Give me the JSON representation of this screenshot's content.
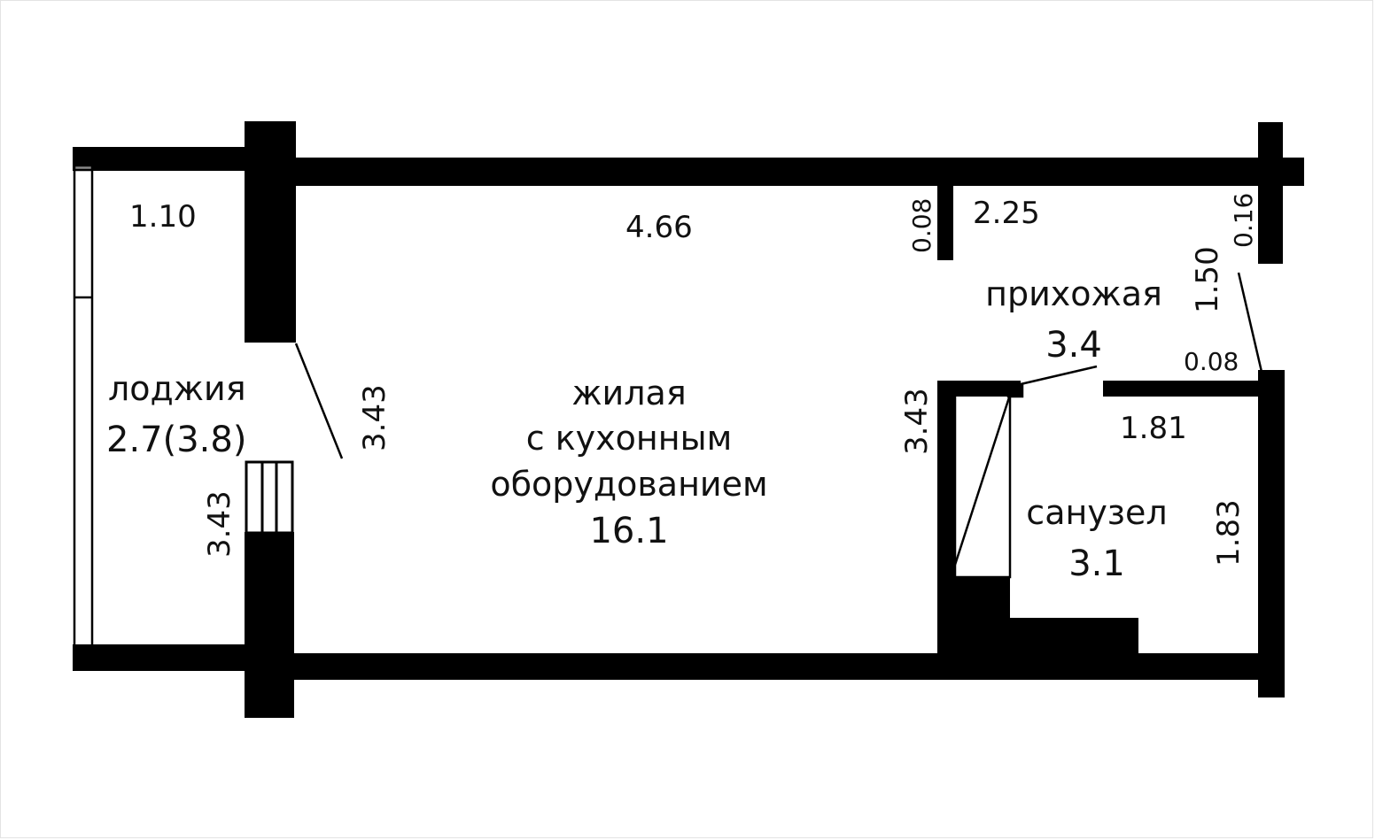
{
  "colors": {
    "wall": "#000000",
    "background": "#ffffff",
    "text": "#111111",
    "frame": "#e3e3e3"
  },
  "rooms": {
    "loggia": {
      "name": "лоджия",
      "area": "2.7(3.8)"
    },
    "living": {
      "name_line1": "жилая",
      "name_line2": "с кухонным",
      "name_line3": "оборудованием",
      "area": "16.1"
    },
    "hallway": {
      "name": "прихожая",
      "area": "3.4"
    },
    "bathroom": {
      "name": "санузел",
      "area": "3.1"
    }
  },
  "dimensions": {
    "loggia_width": "1.10",
    "loggia_height": "3.43",
    "living_width": "4.66",
    "living_height_left": "3.43",
    "living_height_right": "3.43",
    "partition_thickness": "0.08",
    "hallway_width": "2.25",
    "outer_wall_thickness": "0.16",
    "entry_door": "1.50",
    "bathroom_wall_thickness": "0.08",
    "bathroom_width": "1.81",
    "bathroom_height": "1.83"
  }
}
